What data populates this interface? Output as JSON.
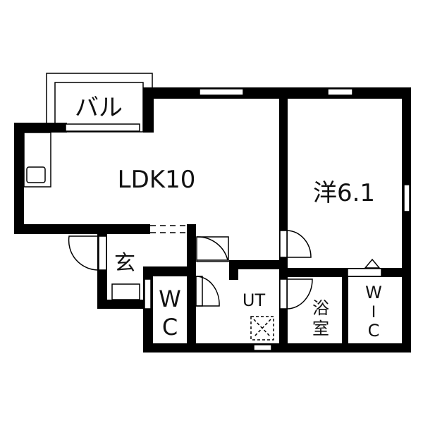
{
  "rooms": {
    "balcony": "バル",
    "ldk": "LDK10",
    "western_room": "洋6.1",
    "entrance": "玄",
    "wc_top": "W",
    "wc_bottom": "C",
    "utility": "UT",
    "bath_top": "浴",
    "bath_bottom": "室",
    "wic_top": "W",
    "wic_mid": "I",
    "wic_bottom": "C"
  },
  "colors": {
    "wall": "#000000",
    "background": "#ffffff"
  }
}
